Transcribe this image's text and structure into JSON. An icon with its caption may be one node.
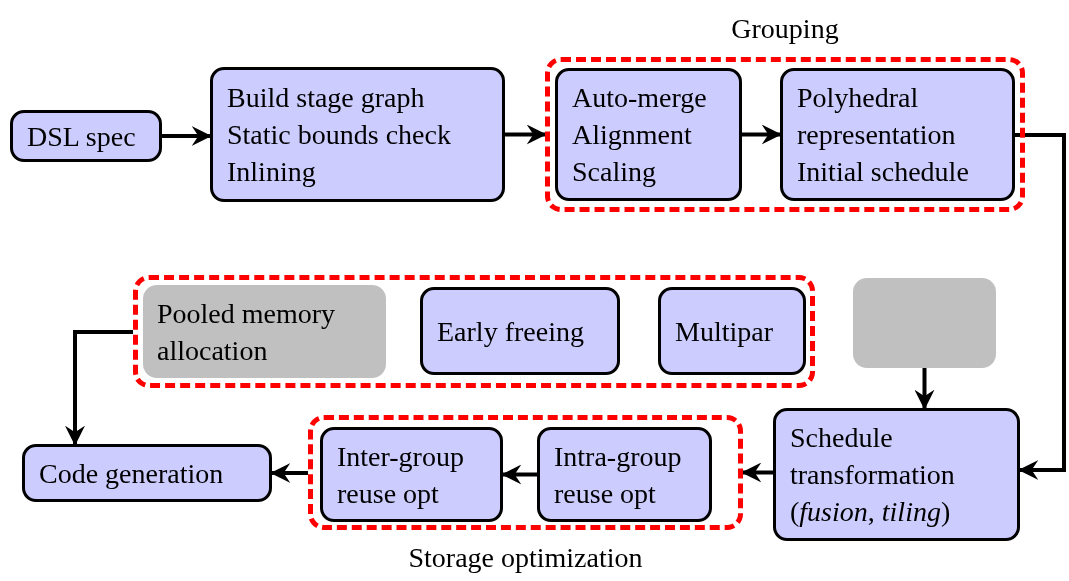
{
  "diagram": {
    "nodes": [
      {
        "text": [
          "DSL spec"
        ]
      },
      {
        "text": [
          "Build stage graph",
          "Static bounds check",
          "Inlining"
        ]
      },
      {
        "text": [
          "Grouping"
        ]
      },
      {
        "text": [
          "Auto-merge",
          "Alignment",
          "Scaling"
        ],
        "in": 2
      },
      {
        "text": [
          "Polyhedral representation",
          "Initial schedule"
        ],
        "in": 2
      },
      {
        "text": [],
        "shape": "box"
      },
      {
        "text": [
          "Pooled memory allocation"
        ],
        "in": 5
      },
      {
        "text": [
          "Early freeing"
        ],
        "in": 5
      },
      {
        "text": [
          "Multipar"
        ],
        "in": 5
      },
      {
        "text": [],
        "shape": "box"
      },
      {
        "text": [
          "Schedule transformation ($_{}$*fusion*, *tiling*)"
        ]
      },
      {
        "text": [
          "Storage optimization"
        ]
      },
      {
        "text": [
          "Intra-group reuse opt"
        ],
        "in": 11
      },
      {
        "text": [
          "Inter-group reuse opt"
        ],
        "in": 11
      },
      {
        "text": [
          "Code generation"
        ]
      }
    ],
    "edges": [
      {
        "from": 0,
        "to": 1,
        "arrow": "to"
      },
      {
        "from": 1,
        "to": 2,
        "arrow": "to"
      },
      {
        "from": 3,
        "to": 4,
        "arrow": "to"
      },
      {
        "from": 4,
        "to": 10,
        "arrow": "to"
      },
      {
        "from": 9,
        "to": 10,
        "arrow": "to"
      },
      {
        "from": 10,
        "to": 11,
        "arrow": "to"
      },
      {
        "from": 12,
        "to": 13,
        "arrow": "to"
      },
      {
        "from": 11,
        "to": 14,
        "arrow": "to"
      },
      {
        "from": 5,
        "to": 14,
        "arrow": "to"
      }
    ]
  }
}
